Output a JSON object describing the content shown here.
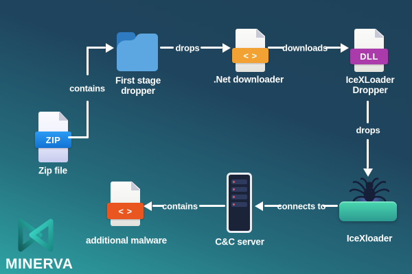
{
  "nodes": {
    "zip_file": {
      "label": "Zip file",
      "badge": "ZIP"
    },
    "first_stage_dropper": {
      "label": "First stage dropper"
    },
    "net_downloader": {
      "label": ".Net downloader",
      "badge": "< >"
    },
    "icexloader_dropper": {
      "label": "IceXLoader Dropper",
      "badge": "DLL"
    },
    "icexloader": {
      "label": "IceXloader"
    },
    "cc_server": {
      "label": "C&C server"
    },
    "additional_malware": {
      "label": "additional malware",
      "badge": "< >"
    }
  },
  "edges": {
    "contains_1": "contains",
    "drops_1": "drops",
    "downloads": "downloads",
    "drops_2": "drops",
    "connects_to": "connects to",
    "contains_2": "contains"
  },
  "branding": {
    "logo_text": "MINERVA"
  },
  "colors": {
    "zip_banner": "#2b9cf4",
    "net_banner": "#f2a233",
    "dll_banner": "#ab3bab",
    "malware_banner": "#e9561f",
    "platform": "#49d7ae",
    "folder_back": "#2e7bc2",
    "folder_front": "#5ca6e2",
    "background_top": "#1e4259",
    "background_bottom": "#2ea3a3",
    "logo_teal": "#3fe0cd"
  }
}
